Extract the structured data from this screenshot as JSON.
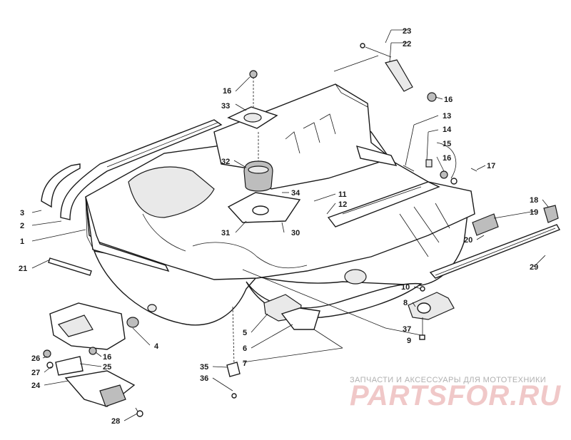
{
  "watermark": {
    "tagline": "ЗАПЧАСТИ И АКСЕССУАРЫ ДЛЯ МОТОТЕХНИКИ",
    "logo": "PARTSFOR.RU"
  },
  "callouts": [
    {
      "id": "c23",
      "label": "23"
    },
    {
      "id": "c22",
      "label": "22"
    },
    {
      "id": "c16a",
      "label": "16"
    },
    {
      "id": "c33",
      "label": "33"
    },
    {
      "id": "c16b",
      "label": "16"
    },
    {
      "id": "c13",
      "label": "13"
    },
    {
      "id": "c14",
      "label": "14"
    },
    {
      "id": "c15",
      "label": "15"
    },
    {
      "id": "c16c",
      "label": "16"
    },
    {
      "id": "c17",
      "label": "17"
    },
    {
      "id": "c32",
      "label": "32"
    },
    {
      "id": "c34",
      "label": "34"
    },
    {
      "id": "c11",
      "label": "11"
    },
    {
      "id": "c12",
      "label": "12"
    },
    {
      "id": "c18",
      "label": "18"
    },
    {
      "id": "c19",
      "label": "19"
    },
    {
      "id": "c3",
      "label": "3"
    },
    {
      "id": "c2",
      "label": "2"
    },
    {
      "id": "c1",
      "label": "1"
    },
    {
      "id": "c31",
      "label": "31"
    },
    {
      "id": "c30",
      "label": "30"
    },
    {
      "id": "c20",
      "label": "20"
    },
    {
      "id": "c21",
      "label": "21"
    },
    {
      "id": "c29",
      "label": "29"
    },
    {
      "id": "c10",
      "label": "10"
    },
    {
      "id": "c8",
      "label": "8"
    },
    {
      "id": "c4",
      "label": "4"
    },
    {
      "id": "c37",
      "label": "37"
    },
    {
      "id": "c9",
      "label": "9"
    },
    {
      "id": "c5",
      "label": "5"
    },
    {
      "id": "c6",
      "label": "6"
    },
    {
      "id": "c26",
      "label": "26"
    },
    {
      "id": "c16d",
      "label": "16"
    },
    {
      "id": "c25",
      "label": "25"
    },
    {
      "id": "c27",
      "label": "27"
    },
    {
      "id": "c7",
      "label": "7"
    },
    {
      "id": "c24",
      "label": "24"
    },
    {
      "id": "c35",
      "label": "35"
    },
    {
      "id": "c36",
      "label": "36"
    },
    {
      "id": "c28",
      "label": "28"
    }
  ]
}
